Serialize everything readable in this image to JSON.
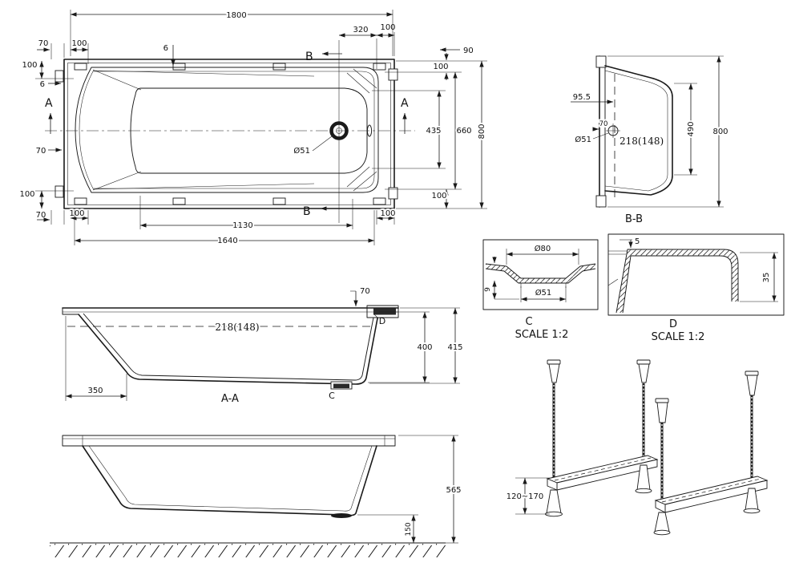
{
  "colors": {
    "line": "#1a1a1a",
    "background": "#ffffff"
  },
  "plan": {
    "section_a": "A",
    "section_b": "B",
    "d_1800": "1800",
    "d_70_top_left": "70",
    "d_100_top_left": "100",
    "d_6_top": "6",
    "d_320": "320",
    "d_100_top_right": "100",
    "d_90": "90",
    "d_100_right_top": "100",
    "d_435": "435",
    "d_660": "660",
    "d_800": "800",
    "d_100_right_bottom": "100",
    "d_6_left": "6",
    "d_100_left_top": "100",
    "d_70_left": "70",
    "d_100_left_bottom": "100",
    "d_70_bottom_left": "70",
    "d_100_bottom_left": "100",
    "d_1130": "1130",
    "d_1640": "1640",
    "d_100_bottom_right": "100",
    "drain_dia": "Ø51"
  },
  "section_bb": {
    "d_95_5": "95.5",
    "d_70": "70",
    "drain_dia": "Ø51",
    "water_level": "218(148)",
    "d_490": "490",
    "d_800": "800",
    "title": "B-B"
  },
  "detail_c": {
    "d_dia80": "Ø80",
    "d_dia51": "Ø51",
    "d_9": "9",
    "title": "C",
    "scale": "SCALE 1:2"
  },
  "detail_d": {
    "d_5": "5",
    "d_35": "35",
    "title": "D",
    "scale": "SCALE 1:2"
  },
  "section_aa": {
    "d_70": "70",
    "water_level": "218(148)",
    "d_400": "400",
    "d_415": "415",
    "d_350": "350",
    "detail_c_ref": "C",
    "detail_d_ref": "D",
    "title": "A-A"
  },
  "front_view": {
    "d_565": "565",
    "d_150": "150"
  },
  "frame_view": {
    "d_height_range": "120~170"
  }
}
